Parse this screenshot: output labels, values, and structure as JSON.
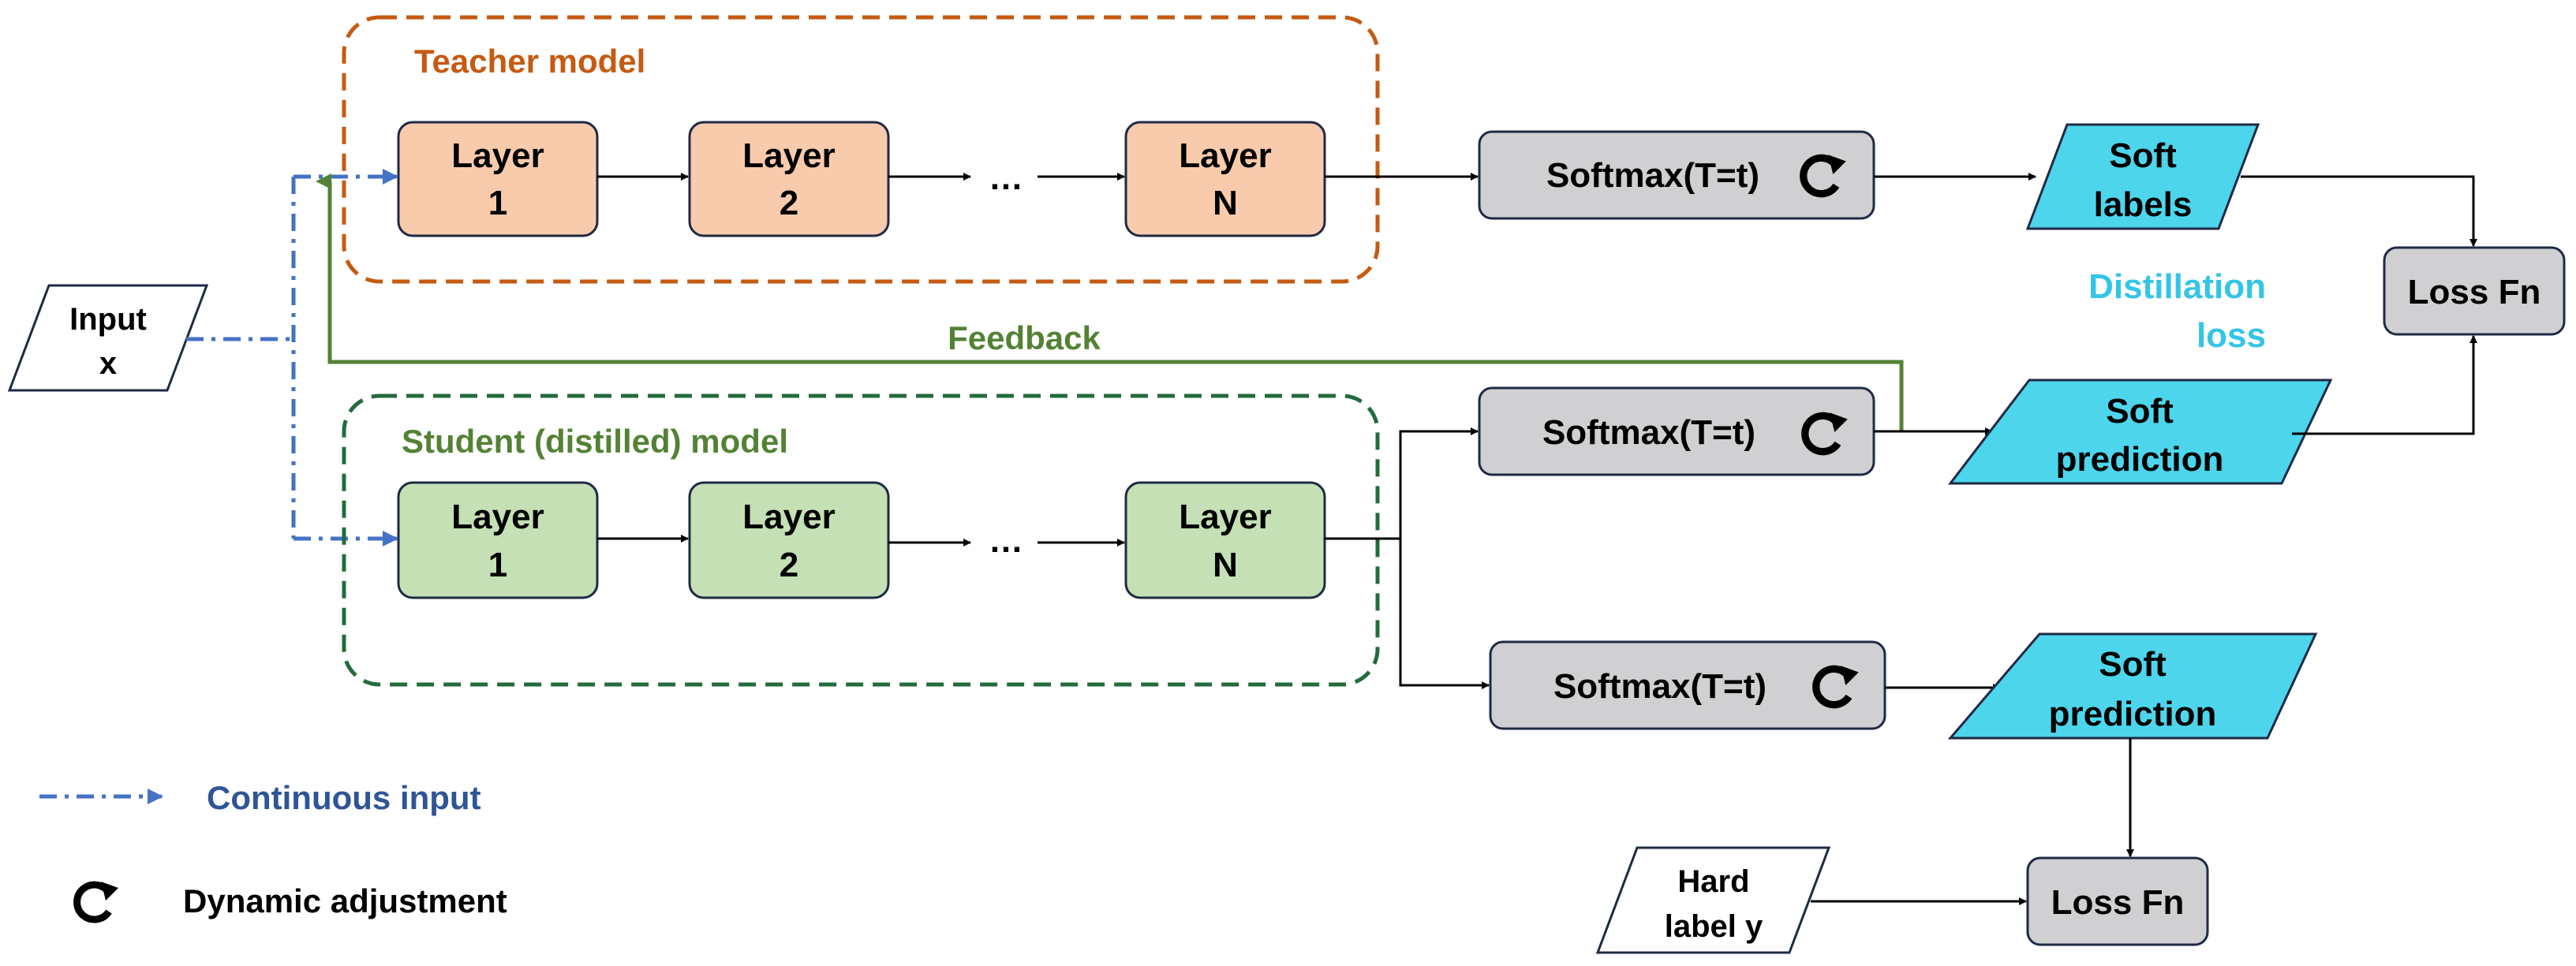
{
  "teacher": {
    "title": "Teacher model",
    "title_color": "#c55a11",
    "layers": [
      {
        "line1": "Layer",
        "line2": "1"
      },
      {
        "line1": "Layer",
        "line2": "2"
      },
      {
        "line1": "Layer",
        "line2": "N"
      }
    ],
    "ellipsis": "…"
  },
  "student": {
    "title": "Student (distilled) model",
    "title_color": "#548235",
    "layers": [
      {
        "line1": "Layer",
        "line2": "1"
      },
      {
        "line1": "Layer",
        "line2": "2"
      },
      {
        "line1": "Layer",
        "line2": "N"
      }
    ],
    "ellipsis": "…"
  },
  "input": {
    "line1": "Input",
    "line2": "x"
  },
  "softmax": {
    "teacher_label": "Softmax(T=t)",
    "student_top_label": "Softmax(T=t)",
    "student_bottom_label": "Softmax(T=t)"
  },
  "soft_labels": {
    "line1": "Soft",
    "line2": "labels"
  },
  "soft_prediction_top": {
    "line1": "Soft",
    "line2": "prediction"
  },
  "soft_prediction_bottom": {
    "line1": "Soft",
    "line2": "prediction"
  },
  "hard_label": {
    "line1": "Hard",
    "line2": "label y"
  },
  "loss_fn_top": "Loss Fn",
  "loss_fn_bottom": "Loss Fn",
  "distillation_loss": {
    "line1": "Distillation",
    "line2": "loss",
    "color": "#33c5e8"
  },
  "feedback": {
    "label": "Feedback",
    "color": "#548235"
  },
  "legend": {
    "continuous_input": "Continuous input",
    "continuous_input_color": "#2f5597",
    "dynamic_adjustment": "Dynamic adjustment"
  },
  "icons": {
    "dynamic": "circular-arrow-icon"
  }
}
